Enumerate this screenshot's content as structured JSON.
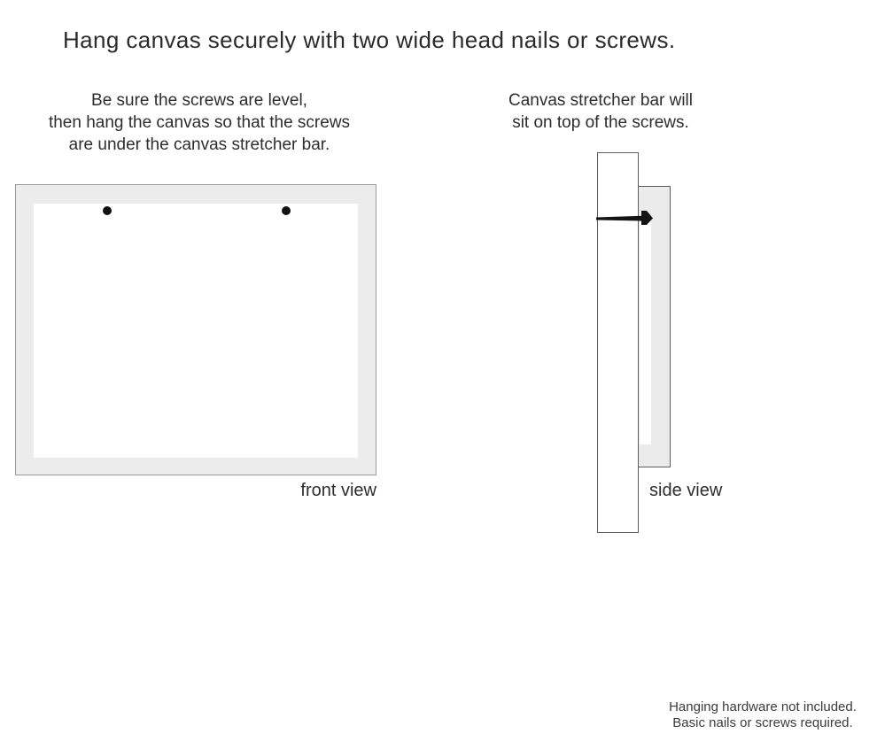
{
  "title": "Hang canvas securely with two wide head nails or screws.",
  "instructions": {
    "front": {
      "lines": [
        "Be sure the screws are level,",
        "then hang the canvas so that the screws",
        "are under the canvas stretcher bar."
      ]
    },
    "side": {
      "lines": [
        "Canvas stretcher bar will",
        "sit on top of the screws."
      ]
    }
  },
  "diagrams": {
    "front_label": "front view",
    "side_label": "side view",
    "screw_count": 2
  },
  "footnote": {
    "lines": [
      "Hanging hardware not included.",
      "Basic nails or screws required."
    ]
  },
  "icons": {
    "screw": "filled-circle",
    "nail": "horizontal-nail-with-head"
  },
  "colors": {
    "page_background": "#ffffff",
    "frame_fill": "#ececec",
    "canvas_face_fill": "#ffffff",
    "frame_border": "#9b9b9b",
    "side_border": "#5c5c5c",
    "nail_color": "#141414",
    "text_color": "#2d2d2d"
  }
}
